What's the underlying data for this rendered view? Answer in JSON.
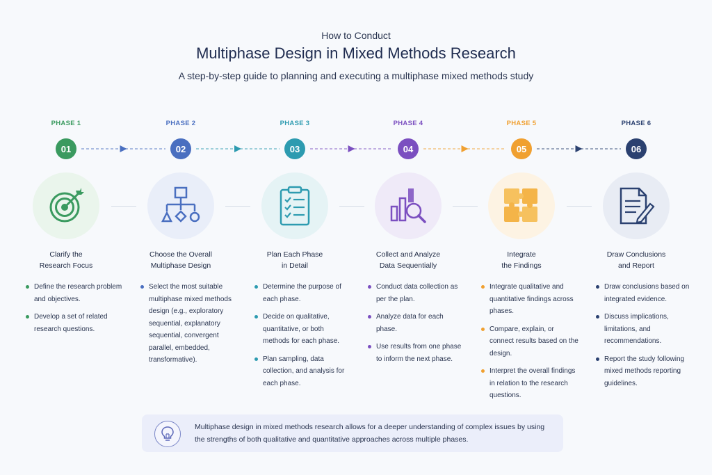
{
  "header": {
    "kicker": "How to Conduct",
    "title": "Multiphase Design in Mixed Methods Research",
    "subtitle": "A step-by-step guide to planning and executing a multiphase mixed methods study"
  },
  "phases": [
    {
      "label": "PHASE 1",
      "number": "01",
      "color": "#3a9a5f",
      "circle_bg": "#eaf5ec",
      "icon": "target-icon",
      "title_lines": [
        "Clarify the",
        "Research Focus"
      ],
      "bullets": [
        "Define the research problem and objectives.",
        "Develop a set of related research questions."
      ]
    },
    {
      "label": "PHASE 2",
      "number": "02",
      "color": "#4a6fc0",
      "circle_bg": "#e9eef9",
      "icon": "flowchart-icon",
      "title_lines": [
        "Choose the Overall",
        "Multiphase Design"
      ],
      "bullets": [
        "Select the most suitable multiphase mixed methods design (e.g., exploratory sequential, explanatory sequential, convergent parallel, embedded, transformative)."
      ]
    },
    {
      "label": "PHASE 3",
      "number": "03",
      "color": "#2d9bb0",
      "circle_bg": "#e5f3f5",
      "icon": "clipboard-checklist-icon",
      "title_lines": [
        "Plan Each Phase",
        "in Detail"
      ],
      "bullets": [
        "Determine the purpose of each phase.",
        "Decide on qualitative, quantitative, or both methods for each phase.",
        "Plan sampling, data collection, and analysis for each phase."
      ]
    },
    {
      "label": "PHASE 4",
      "number": "04",
      "color": "#7b4fc0",
      "circle_bg": "#efeaf8",
      "icon": "chart-magnifier-icon",
      "title_lines": [
        "Collect and Analyze",
        "Data Sequentially"
      ],
      "bullets": [
        "Conduct data collection as per the plan.",
        "Analyze data for each phase.",
        "Use results from one phase to inform the next phase."
      ]
    },
    {
      "label": "PHASE 5",
      "number": "05",
      "color": "#f0a030",
      "circle_bg": "#fdf3e3",
      "icon": "puzzle-icon",
      "title_lines": [
        "Integrate",
        "the Findings"
      ],
      "bullets": [
        "Integrate qualitative and quantitative findings across phases.",
        "Compare, explain, or connect results based on the design.",
        "Interpret the overall findings in relation to the research questions."
      ]
    },
    {
      "label": "PHASE 6",
      "number": "06",
      "color": "#2b4170",
      "circle_bg": "#e8ecf4",
      "icon": "document-pen-icon",
      "title_lines": [
        "Draw Conclusions",
        "and Report"
      ],
      "bullets": [
        "Draw conclusions based on integrated evidence.",
        "Discuss implications, limitations, and recommendations.",
        "Report the study following mixed methods reporting guidelines."
      ]
    }
  ],
  "note": {
    "icon": "lightbulb-icon",
    "text": "Multiphase design in mixed methods research allows for a deeper understanding of complex issues by using the strengths of both qualitative and quantitative approaches across multiple phases."
  }
}
